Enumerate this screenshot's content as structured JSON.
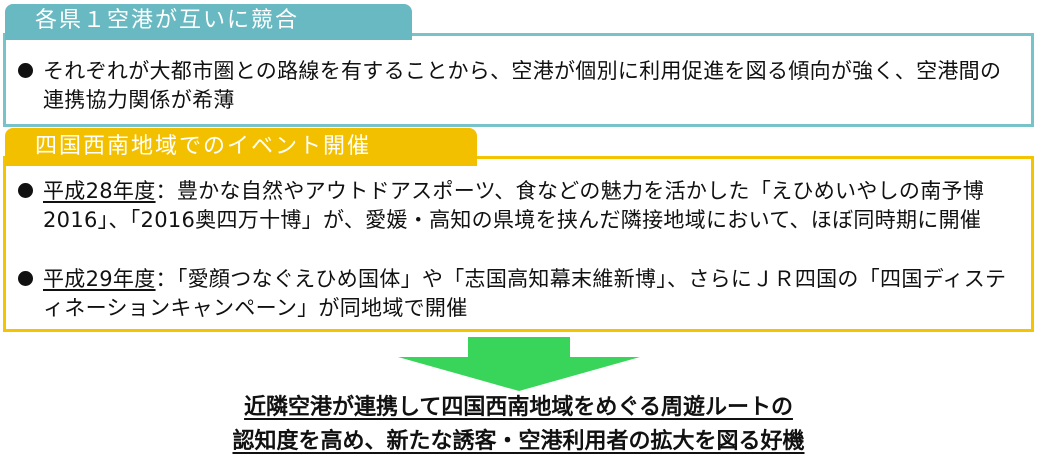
{
  "section1": {
    "tab_title": "各県１空港が互いに競合",
    "bullets": [
      {
        "text": "それぞれが大都市圏との路線を有することから、空港が個別に利用促進を図る傾向が強く、空港間の連携協力関係が希薄"
      }
    ]
  },
  "section2": {
    "tab_title": "四国西南地域でのイベント開催",
    "bullets": [
      {
        "year": "平成28年度",
        "text": "：豊かな自然やアウトドアスポーツ、食などの魅力を活かした「えひめいやしの南予博2016」、「2016奥四万十博」が、愛媛・高知の県境を挟んだ隣接地域において、ほぼ同時期に開催"
      },
      {
        "year": "平成29年度",
        "text": "：「愛顔つなぐえひめ国体」や「志国高知幕末維新博」、さらにＪＲ四国の「四国ディスティネーションキャンペーン」が同地域で開催"
      }
    ]
  },
  "conclusion": {
    "line1": "近隣空港が連携して四国西南地域をめぐる周遊ルートの",
    "line2": "認知度を高め、新たな誘客・空港利用者の拡大を図る好機"
  },
  "colors": {
    "teal_border": "#78c3c9",
    "teal_tab": "#69b9c2",
    "yellow": "#f3c000",
    "arrow": "#39d45a"
  }
}
